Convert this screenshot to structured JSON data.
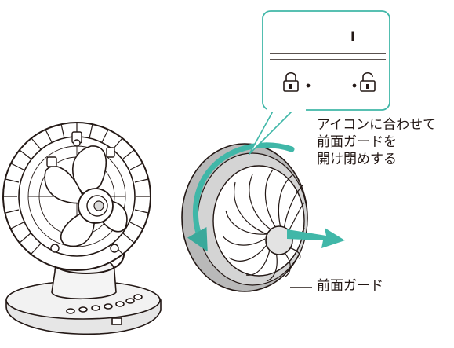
{
  "callout": {
    "lines": [
      "アイコンに合わせて",
      "前面ガードを",
      "開け閉めする"
    ]
  },
  "inset": {
    "position_mark": "I",
    "lock_icon": "lock-closed-icon",
    "unlock_icon": "lock-open-icon"
  },
  "labels": {
    "front_guard": "前面ガード"
  },
  "colors": {
    "accent": "#40b7a8",
    "line": "#231815",
    "guard_gray": "#b9b9b9"
  }
}
